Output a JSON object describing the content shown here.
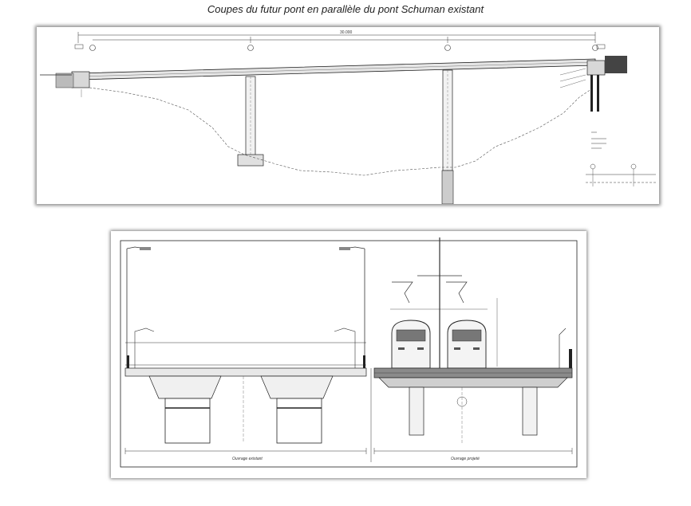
{
  "caption": "Coupes du futur pont en parallèle du pont Schuman existant",
  "elevation": {
    "overall_dimension": "30.000"
  },
  "section": {
    "label_existing": "Ouvrage existant",
    "label_projected": "Ouvrage projeté"
  }
}
